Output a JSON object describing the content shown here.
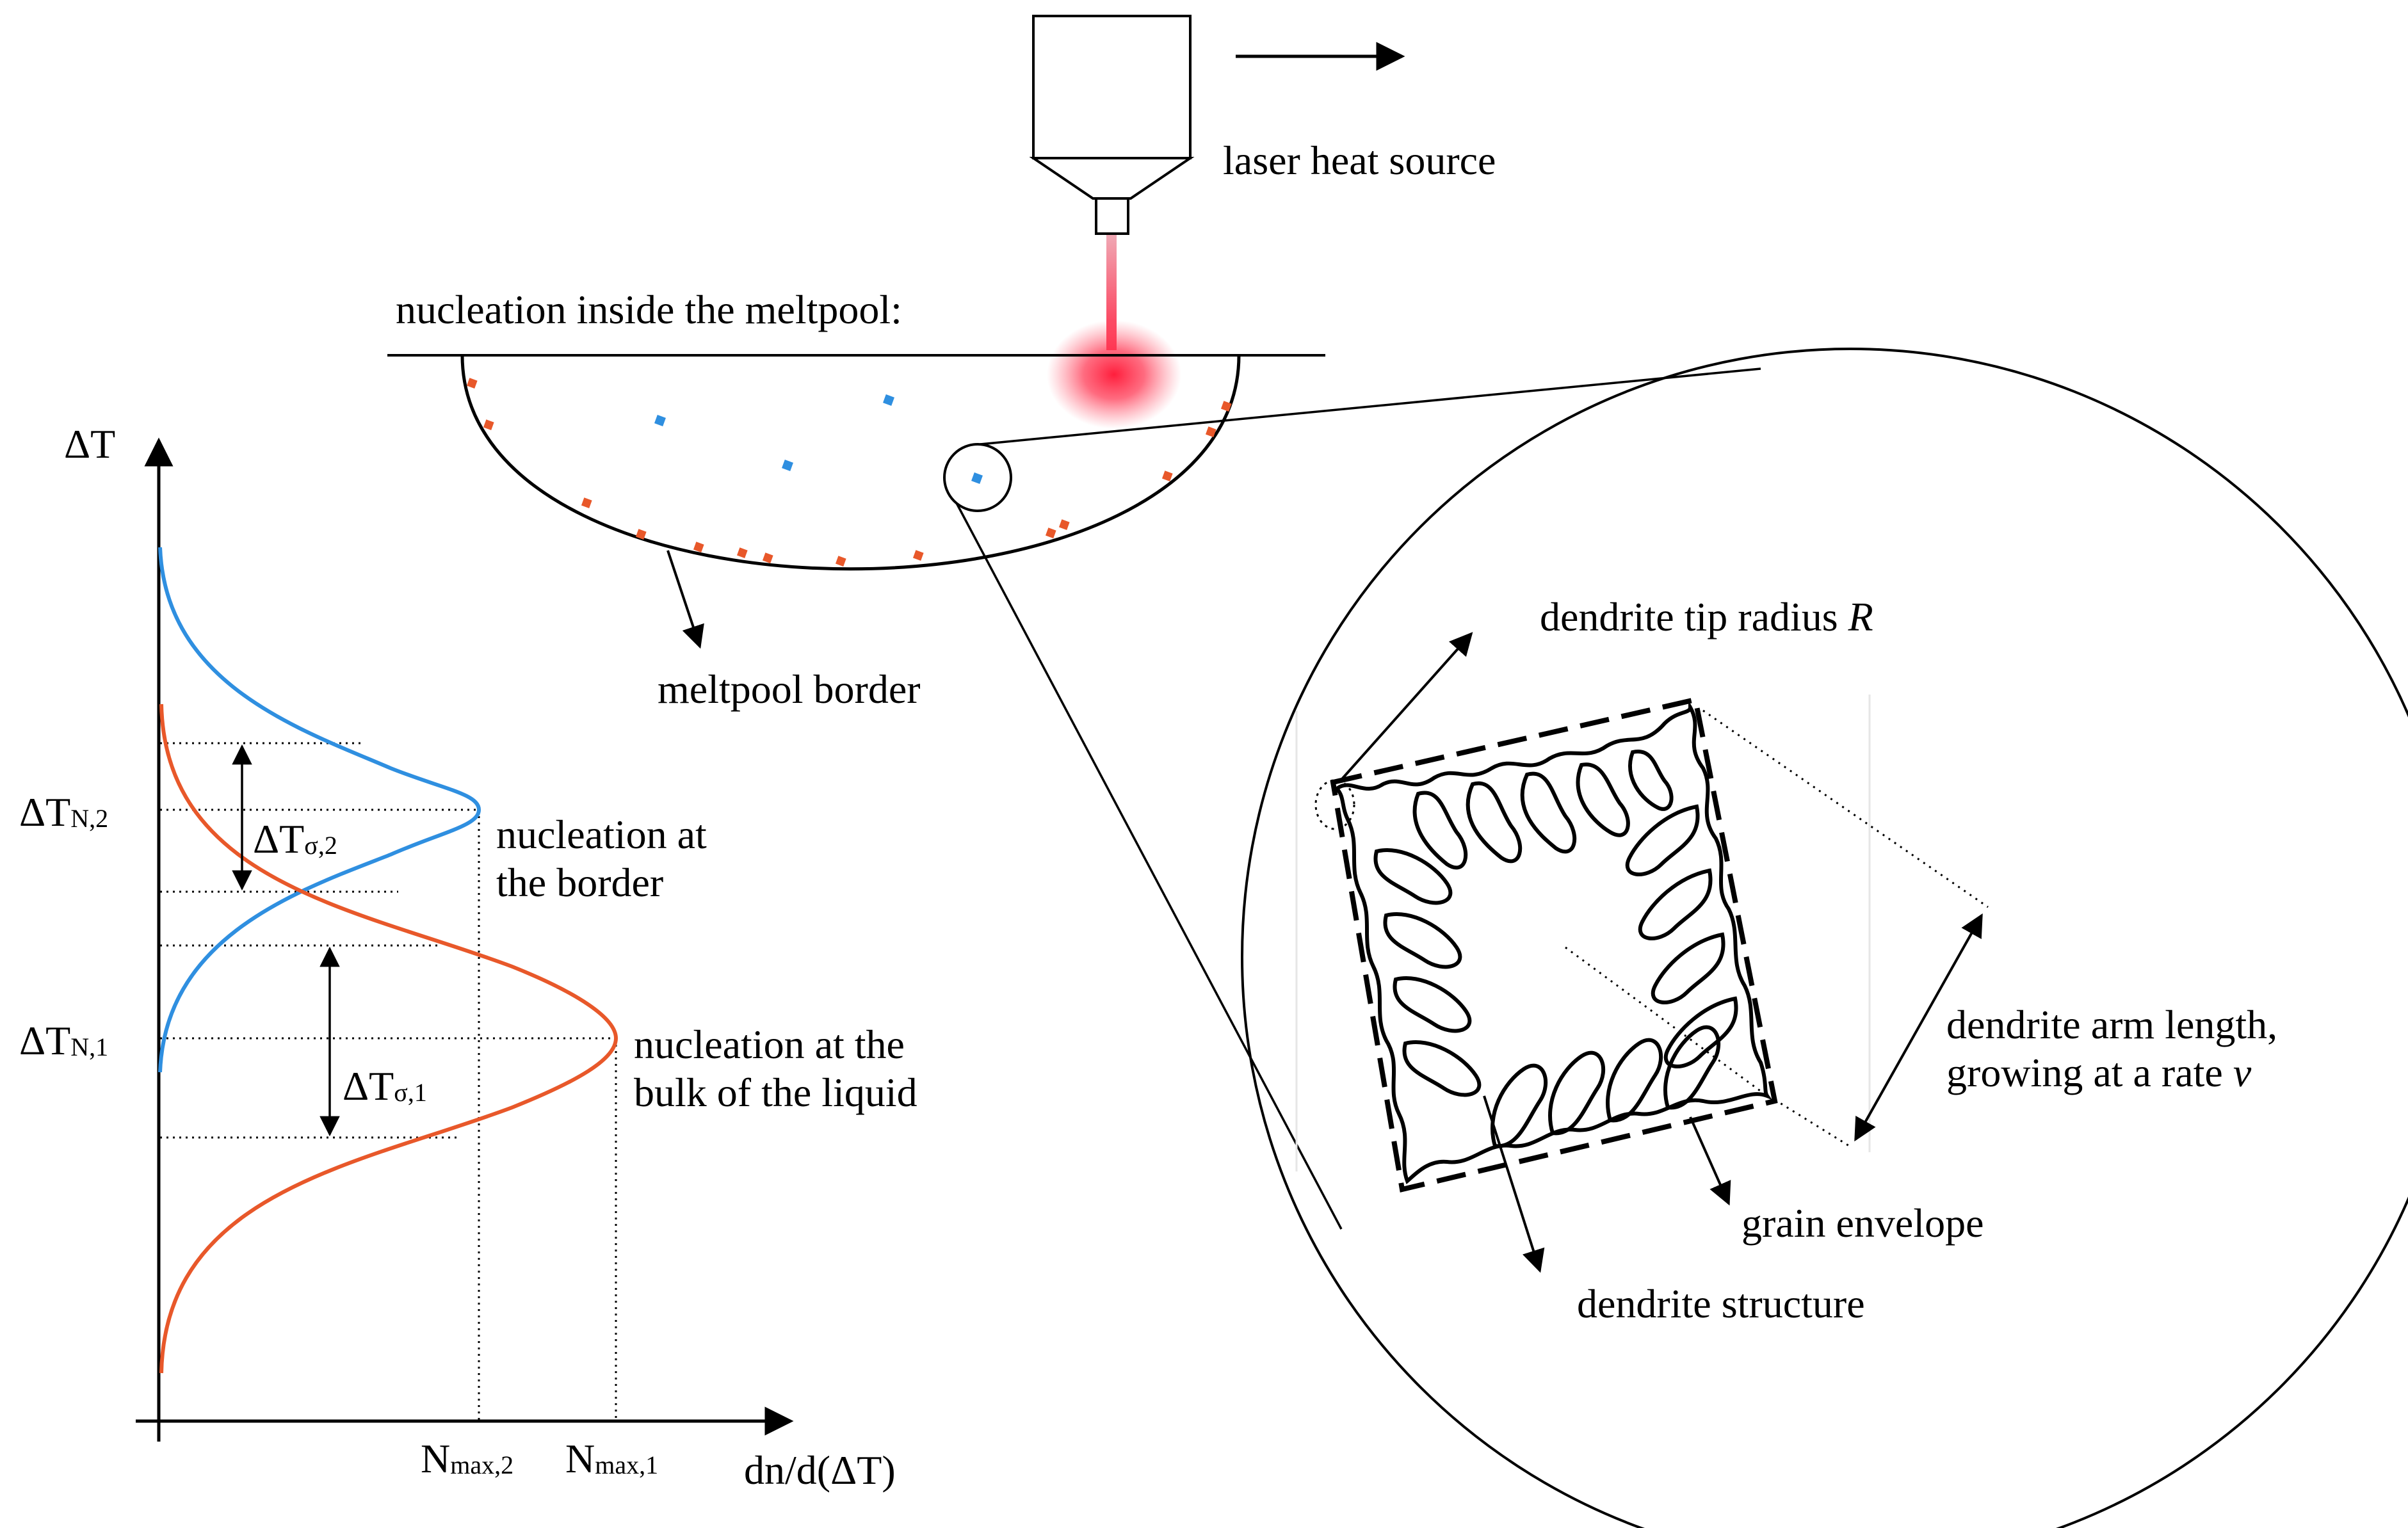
{
  "figure": {
    "laser_label": "laser heat source",
    "meltpool_heading": "nucleation inside the meltpool:",
    "meltpool_border_label": "meltpool border",
    "tip_radius_label_prefix": "dendrite tip radius ",
    "tip_radius_symbol": "R",
    "arm_length_line1": "dendrite arm length,",
    "arm_length_line2_prefix": "growing at a rate ",
    "arm_length_rate_symbol": "v",
    "grain_envelope_label": "grain envelope",
    "dendrite_structure_label": "dendrite structure"
  },
  "graph": {
    "y_axis_label": "ΔT",
    "x_axis_label": "dn/d(ΔT)",
    "dTN2_main": "ΔT",
    "dTN2_sub": "N,2",
    "dTN1_main": "ΔT",
    "dTN1_sub": "N,1",
    "sigma2_main": "ΔT",
    "sigma2_sub": "σ,2",
    "sigma1_main": "ΔT",
    "sigma1_sub": "σ,1",
    "nmax2_main": "N",
    "nmax2_sub": "max,2",
    "nmax1_main": "N",
    "nmax1_sub": "max,1",
    "border_line1": "nucleation at",
    "border_line2": "the border",
    "bulk_line1": "nucleation at the",
    "bulk_line2": "bulk of the liquid"
  },
  "colors": {
    "border_curve": "#2F8FE0",
    "bulk_curve": "#E8582A",
    "laser": "#E8394A",
    "line": "#000000"
  }
}
